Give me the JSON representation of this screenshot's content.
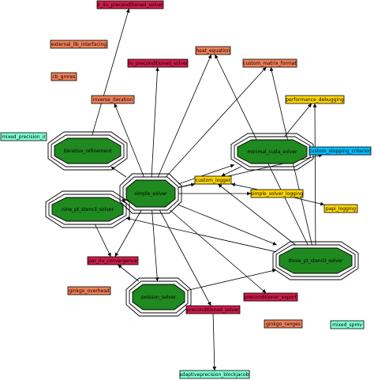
{
  "colors": {
    "red": "#d01c4b",
    "orange": "#f08058",
    "yellow": "#ffd700",
    "cyan": "#7fffd4",
    "blue": "#00bfff",
    "green": "#1f8a1f"
  },
  "nodes": {
    "ir_ilu_preconditioned_solver": {
      "label": "ir_ilu_preconditioned_solver",
      "shape": "box",
      "color": "#d01c4b"
    },
    "external_lib_interfacing": {
      "label": "external_lib_interfacing",
      "shape": "box",
      "color": "#f08058"
    },
    "heat_equation": {
      "label": "heat_equation",
      "shape": "box",
      "color": "#f08058"
    },
    "ilu_preconditioned_solver": {
      "label": "ilu_preconditioned_solver",
      "shape": "box",
      "color": "#d01c4b"
    },
    "custom_matrix_format": {
      "label": "custom_matrix_format",
      "shape": "box",
      "color": "#f08058"
    },
    "cb_gmres": {
      "label": "cb_gmres",
      "shape": "box",
      "color": "#f08058"
    },
    "inverse_iteration": {
      "label": "inverse_iteration",
      "shape": "box",
      "color": "#f08058"
    },
    "performance_debugging": {
      "label": "performance_debugging",
      "shape": "box",
      "color": "#ffd700"
    },
    "mixed_precision_ir": {
      "label": "mixed_precision_ir",
      "shape": "box",
      "color": "#7fffd4"
    },
    "iterative_refinement": {
      "label": "iterative_refinement",
      "shape": "octagon",
      "color": "#1f8a1f"
    },
    "minimal_cuda_solver": {
      "label": "minimal_cuda_solver",
      "shape": "octagon",
      "color": "#1f8a1f"
    },
    "custom_stopping_criterion": {
      "label": "custom_stopping_criterion",
      "shape": "box",
      "color": "#00bfff"
    },
    "custom_logger": {
      "label": "custom_logger",
      "shape": "box",
      "color": "#ffd700"
    },
    "simple_solver": {
      "label": "simple_solver",
      "shape": "octagon",
      "color": "#1f8a1f"
    },
    "simple_solver_logging": {
      "label": "simple_solver_logging",
      "shape": "box",
      "color": "#ffd700"
    },
    "nine_pt_stencil_solver": {
      "label": "nine_pt_stencil_solver",
      "shape": "octagon",
      "color": "#1f8a1f"
    },
    "papi_logging": {
      "label": "papi_logging",
      "shape": "box",
      "color": "#ffd700"
    },
    "par_ilu_convergence": {
      "label": "par_ilu_convergence",
      "shape": "box",
      "color": "#d01c4b"
    },
    "three_pt_stencil_solver": {
      "label": "three_pt_stencil_solver",
      "shape": "octagon",
      "color": "#1f8a1f"
    },
    "ginkgo_overhead": {
      "label": "ginkgo_overhead",
      "shape": "box",
      "color": "#f08058"
    },
    "poisson_solver": {
      "label": "poisson_solver",
      "shape": "octagon",
      "color": "#1f8a1f"
    },
    "preconditioner_export": {
      "label": "preconditioner_export",
      "shape": "box",
      "color": "#d01c4b"
    },
    "preconditioned_solver": {
      "label": "preconditioned_solver",
      "shape": "box",
      "color": "#d01c4b"
    },
    "ginkgo_ranges": {
      "label": "ginkgo_ranges",
      "shape": "box",
      "color": "#f08058"
    },
    "mixed_spmv": {
      "label": "mixed_spmv",
      "shape": "box",
      "color": "#7fffd4"
    },
    "adaptiveprecision_blockjacobi": {
      "label": "adaptiveprecision_blockjacobi",
      "shape": "box",
      "color": "#7fffd4"
    }
  },
  "edges": [
    [
      "iterative_refinement",
      "ir_ilu_preconditioned_solver"
    ],
    [
      "simple_solver",
      "ilu_preconditioned_solver"
    ],
    [
      "simple_solver",
      "heat_equation"
    ],
    [
      "simple_solver",
      "custom_matrix_format"
    ],
    [
      "simple_solver",
      "inverse_iteration"
    ],
    [
      "simple_solver",
      "iterative_refinement"
    ],
    [
      "simple_solver",
      "nine_pt_stencil_solver"
    ],
    [
      "simple_solver",
      "minimal_cuda_solver"
    ],
    [
      "simple_solver",
      "custom_stopping_criterion"
    ],
    [
      "simple_solver",
      "custom_logger"
    ],
    [
      "simple_solver",
      "simple_solver_logging"
    ],
    [
      "simple_solver",
      "par_ilu_convergence"
    ],
    [
      "simple_solver",
      "three_pt_stencil_solver"
    ],
    [
      "simple_solver",
      "poisson_solver"
    ],
    [
      "simple_solver",
      "preconditioned_solver"
    ],
    [
      "simple_solver",
      "preconditioner_export"
    ],
    [
      "minimal_cuda_solver",
      "custom_logger"
    ],
    [
      "minimal_cuda_solver",
      "performance_debugging"
    ],
    [
      "three_pt_stencil_solver",
      "custom_matrix_format"
    ],
    [
      "three_pt_stencil_solver",
      "heat_equation"
    ],
    [
      "three_pt_stencil_solver",
      "performance_debugging"
    ],
    [
      "three_pt_stencil_solver",
      "custom_logger"
    ],
    [
      "three_pt_stencil_solver",
      "nine_pt_stencil_solver"
    ],
    [
      "simple_solver_logging",
      "custom_logger"
    ],
    [
      "simple_solver_logging",
      "papi_logging"
    ],
    [
      "nine_pt_stencil_solver",
      "par_ilu_convergence"
    ],
    [
      "poisson_solver",
      "three_pt_stencil_solver"
    ],
    [
      "poisson_solver",
      "par_ilu_convergence"
    ],
    [
      "preconditioned_solver",
      "adaptiveprecision_blockjacobi"
    ]
  ]
}
